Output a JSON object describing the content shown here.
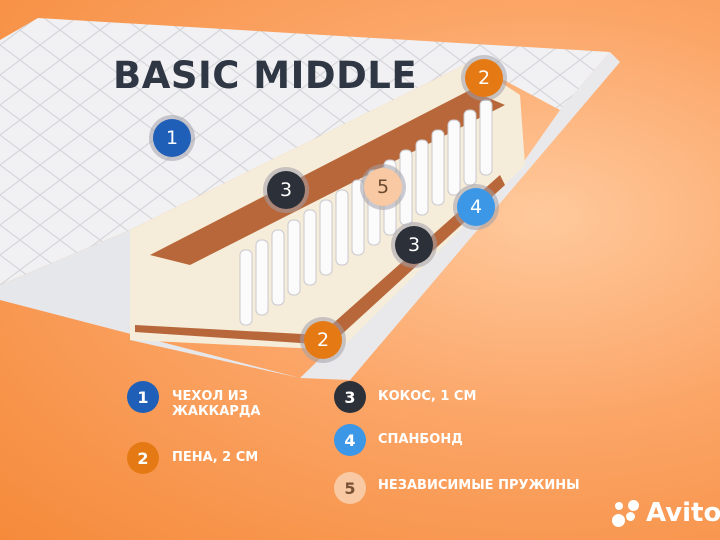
{
  "title": "BASIC MIDDLE",
  "colors": {
    "layer1": "#1f5fb8",
    "layer2": "#e57a14",
    "layer3": "#2c3038",
    "layer4": "#3c97e6",
    "layer5": "#f8c9a2"
  },
  "callouts": [
    "1",
    "2",
    "3",
    "5",
    "4",
    "3",
    "2"
  ],
  "legend": [
    {
      "num": "1",
      "label": "ЧЕХОЛ ИЗ ЖАККАРДА"
    },
    {
      "num": "2",
      "label": "ПЕНА, 2 СМ"
    },
    {
      "num": "3",
      "label": "КОКОС, 1 СМ"
    },
    {
      "num": "4",
      "label": "СПАНБОНД"
    },
    {
      "num": "5",
      "label": "НЕЗАВИСИМЫЕ ПРУЖИНЫ"
    }
  ],
  "watermark": "Avito"
}
